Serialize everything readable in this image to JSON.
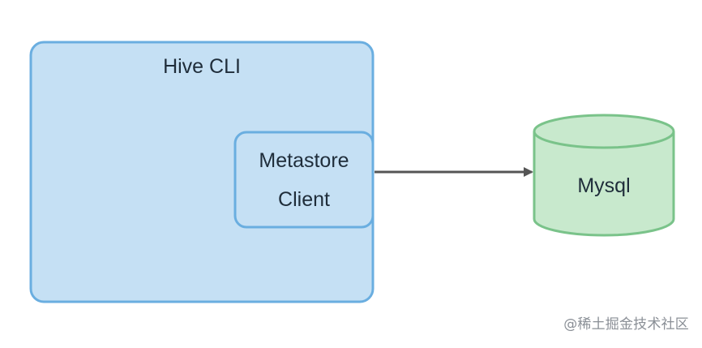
{
  "diagram": {
    "outer_box": {
      "title": "Hive CLI"
    },
    "inner_box": {
      "line1": "Metastore",
      "line2": "Client"
    },
    "database": {
      "label": "Mysql"
    }
  },
  "colors": {
    "box_fill": "#c5e0f4",
    "box_stroke": "#6aaee0",
    "db_fill": "#c8e9cd",
    "db_stroke": "#7ac38a",
    "arrow": "#555555"
  },
  "watermark": "@稀土掘金技术社区"
}
